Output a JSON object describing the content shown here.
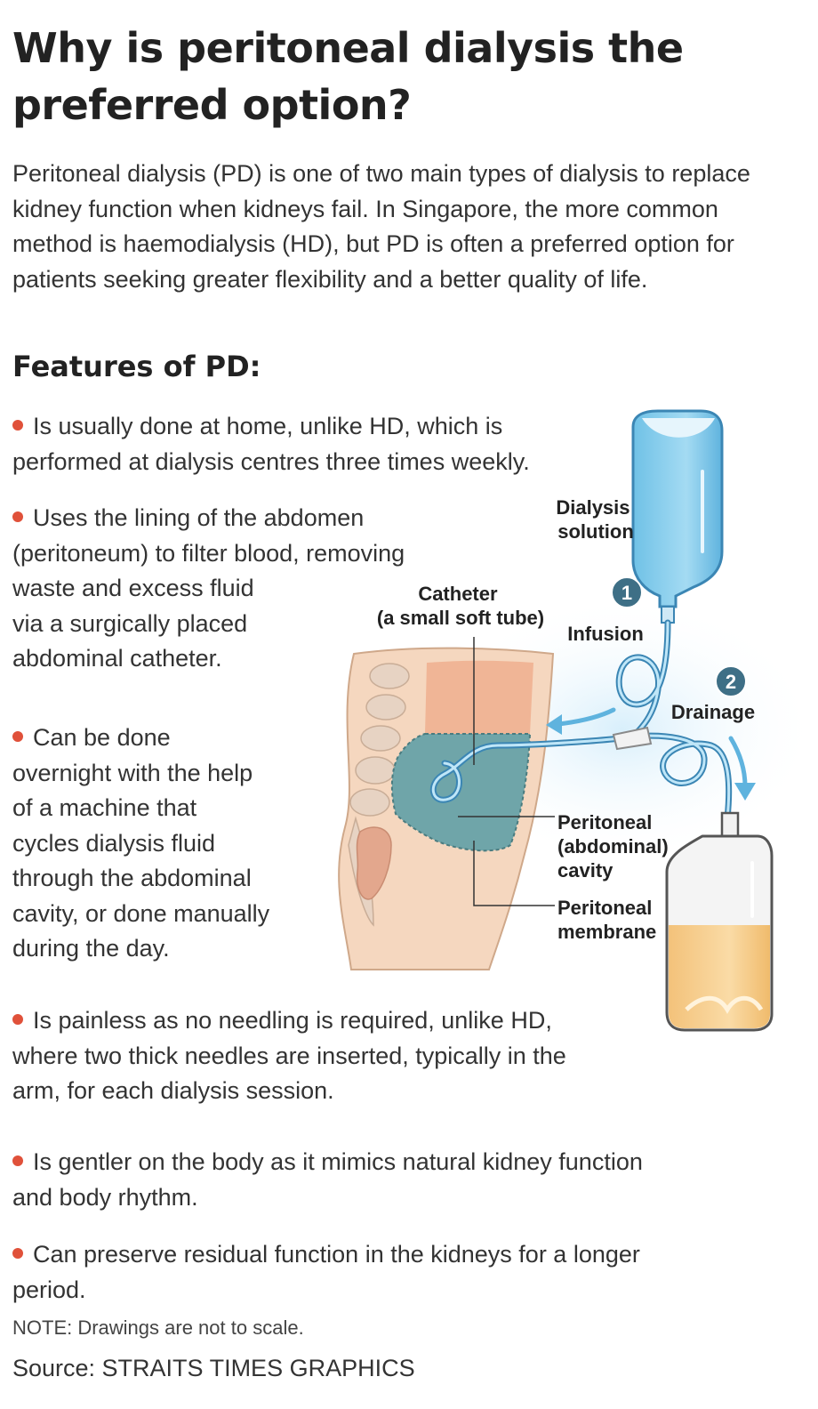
{
  "title": "Why is peritoneal dialysis the preferred option?",
  "intro": "Peritoneal dialysis (PD) is one of two main types of dialysis to replace kidney function when kidneys fail. In Singapore, the more common method is haemodialysis (HD), but PD is often a preferred option for patients seeking greater flexibility and a better quality of life.",
  "features_heading": "Features of PD:",
  "bullets": [
    [
      "Is usually done at home, unlike HD, which is",
      "performed at dialysis centres three times weekly."
    ],
    [
      "Uses the lining of the abdomen",
      "(peritoneum) to filter blood, removing",
      "waste and excess fluid",
      "via a surgically placed",
      "abdominal catheter."
    ],
    [
      "Can be done",
      "overnight with the help",
      "of a machine that",
      "cycles dialysis fluid",
      "through the abdominal",
      "cavity, or done manually",
      "during the day."
    ],
    [
      "Is painless as no needling is required, unlike HD,",
      "where two thick needles are inserted, typically in the",
      "arm, for each dialysis session."
    ],
    [
      "Is gentler on the body as it mimics natural kidney function",
      "and body rhythm."
    ],
    [
      "Can preserve residual function in the kidneys for a longer",
      "period."
    ]
  ],
  "diagram": {
    "labels": {
      "dialysis_solution": [
        "Dialysis",
        "solution"
      ],
      "catheter": [
        "Catheter",
        "(a small soft tube)"
      ],
      "infusion": "Infusion",
      "drainage": "Drainage",
      "cavity": [
        "Peritoneal",
        "(abdominal)",
        "cavity"
      ],
      "membrane": [
        "Peritoneal",
        "membrane"
      ]
    },
    "steps": [
      "1",
      "2"
    ],
    "colors": {
      "fluid_blue": "#8fd0ee",
      "bag_outline": "#3b86b4",
      "skin": "#f5d7bf",
      "cavity": "#6fa5a9",
      "drain_fluid": "#f7cf8e",
      "badge": "#3e6f86",
      "bullet": "#e0513a"
    }
  },
  "note": "NOTE: Drawings are not to scale.",
  "source": "Source: STRAITS TIMES GRAPHICS"
}
